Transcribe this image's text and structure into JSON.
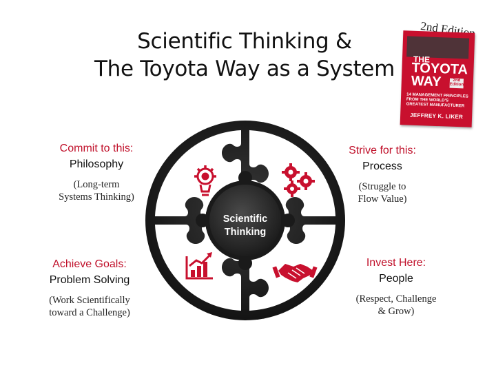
{
  "title": {
    "line1": "Scientific Thinking &",
    "line2": "The Toyota Way as a System"
  },
  "edition": "2nd Edition",
  "book": {
    "the": "THE",
    "title": "TOYOTA WAY",
    "badge": "2nd Edition",
    "subtitle": "14 MANAGEMENT PRINCIPLES FROM THE WORLD'S GREATEST MANUFACTURER",
    "author": "JEFFREY K. LIKER"
  },
  "center": {
    "line1": "Scientific",
    "line2": "Thinking"
  },
  "quadrants": {
    "philosophy": {
      "lead": "Commit to this:",
      "title": "Philosophy",
      "desc1": "(Long-term",
      "desc2": "Systems Thinking)"
    },
    "process": {
      "lead": "Strive for this:",
      "title": "Process",
      "desc1": "(Struggle to",
      "desc2": "Flow Value)"
    },
    "problem_solving": {
      "lead": "Achieve Goals:",
      "title": "Problem Solving",
      "desc1": "(Work Scientifically",
      "desc2": "toward a Challenge)"
    },
    "people": {
      "lead": "Invest Here:",
      "title": "People",
      "desc1": "(Respect, Challenge",
      "desc2": "& Grow)"
    }
  },
  "colors": {
    "accent_red": "#c0102a",
    "ring": "#1a1a1a",
    "icon_red": "#c8102e"
  },
  "icons": [
    "lightbulb-gear-icon",
    "gears-icon",
    "growth-chart-icon",
    "handshake-icon"
  ]
}
